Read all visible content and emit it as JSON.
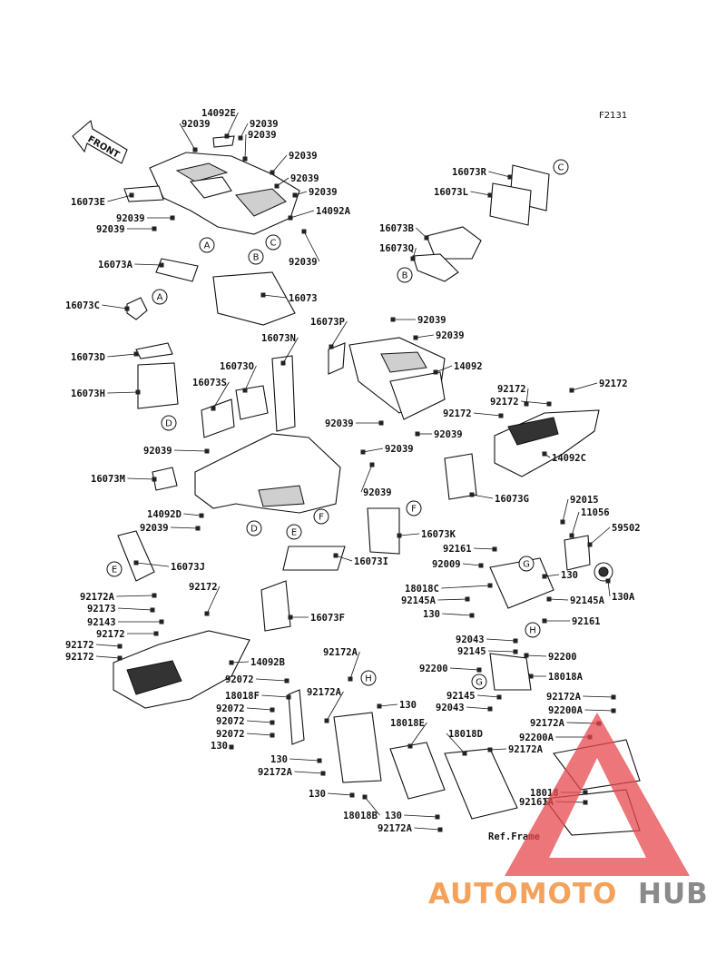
{
  "figure_code": "F2131",
  "front_label": "FRONT",
  "ref_frame_label": "Ref.Frame",
  "watermark": {
    "part1": "AUTOMOTO",
    "part2": "HUB",
    "color1": "#f4a25b",
    "color2": "#8a8a8a",
    "logo_color": "#e5484d"
  },
  "callouts": [
    "A",
    "B",
    "C",
    "D",
    "E",
    "F",
    "G",
    "H"
  ],
  "labels": [
    "14092E",
    "92039",
    "92039",
    "92039",
    "92039",
    "92039",
    "92039",
    "16073E",
    "92039",
    "92039",
    "14092A",
    "92039",
    "16073A",
    "16073",
    "16073C",
    "16073R",
    "16073L",
    "16073B",
    "16073Q",
    "16073P",
    "92039",
    "92039",
    "14092",
    "92039",
    "92039",
    "16073D",
    "16073H",
    "16073N",
    "16073O",
    "16073S",
    "92039",
    "92039",
    "92039",
    "16073M",
    "14092D",
    "92039",
    "16073J",
    "16073I",
    "92172",
    "92172",
    "92172",
    "92172",
    "14092C",
    "16073G",
    "16073K",
    "92015",
    "11056",
    "59502",
    "92161",
    "92009",
    "130",
    "18018C",
    "92145A",
    "92145A",
    "130",
    "92161",
    "130A",
    "92172A",
    "92172",
    "92173",
    "92143",
    "92172",
    "92172",
    "92172",
    "14092B",
    "16073F",
    "92072",
    "18018F",
    "92072",
    "92072",
    "92072",
    "130",
    "92172A",
    "92172A",
    "130",
    "18018E",
    "18018D",
    "92172A",
    "130",
    "92172A",
    "130",
    "18018B",
    "130",
    "92172A",
    "92043",
    "92145",
    "92200",
    "92200",
    "18018A",
    "92145",
    "92043",
    "92172A",
    "92200A",
    "92172A",
    "92200A",
    "18018",
    "92161A"
  ]
}
